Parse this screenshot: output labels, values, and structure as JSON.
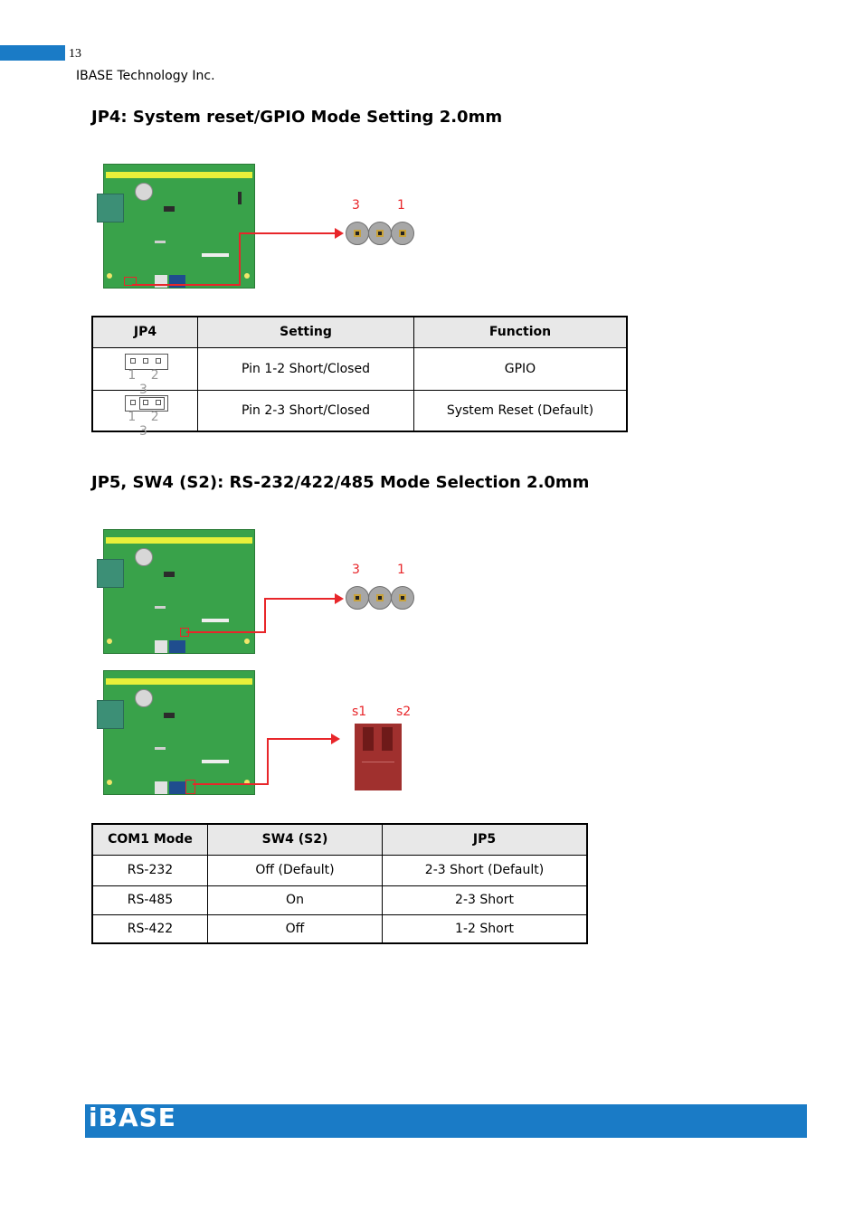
{
  "header": {
    "page_number": "13",
    "company": "IBASE Technology Inc."
  },
  "section_jp4": {
    "title": "JP4: System reset/GPIO Mode Setting 2.0mm",
    "pin_labels": {
      "left": "3",
      "right": "1"
    },
    "table": {
      "headers": [
        "JP4",
        "Setting",
        "Function"
      ],
      "rows": [
        {
          "diagram": "jumper-open-icon",
          "setting": "Pin 1-2 Short/Closed",
          "function": "GPIO"
        },
        {
          "diagram": "jumper-2-3-closed-icon",
          "setting": "Pin 2-3 Short/Closed",
          "function": "System Reset (Default)"
        }
      ],
      "jumper_numbers": "1 2 3"
    }
  },
  "section_jp5": {
    "title": "JP5, SW4 (S2): RS-232/422/485 Mode Selection 2.0mm",
    "pin_labels": {
      "left": "3",
      "right": "1"
    },
    "switch_labels": {
      "left": "s1",
      "right": "s2"
    },
    "table": {
      "headers": [
        "COM1 Mode",
        "SW4 (S2)",
        "JP5"
      ],
      "rows": [
        {
          "mode": "RS-232",
          "sw": "Off (Default)",
          "jp5": "2-3 Short (Default)"
        },
        {
          "mode": "RS-485",
          "sw": "On",
          "jp5": "2-3 Short"
        },
        {
          "mode": "RS-422",
          "sw": "Off",
          "jp5": "1-2 Short"
        }
      ]
    }
  },
  "footer": {
    "logo_text": "iBASE"
  },
  "colors": {
    "brand_blue": "#1a7bc6",
    "callout_red": "#e8262a",
    "board_green": "#39a24a"
  }
}
